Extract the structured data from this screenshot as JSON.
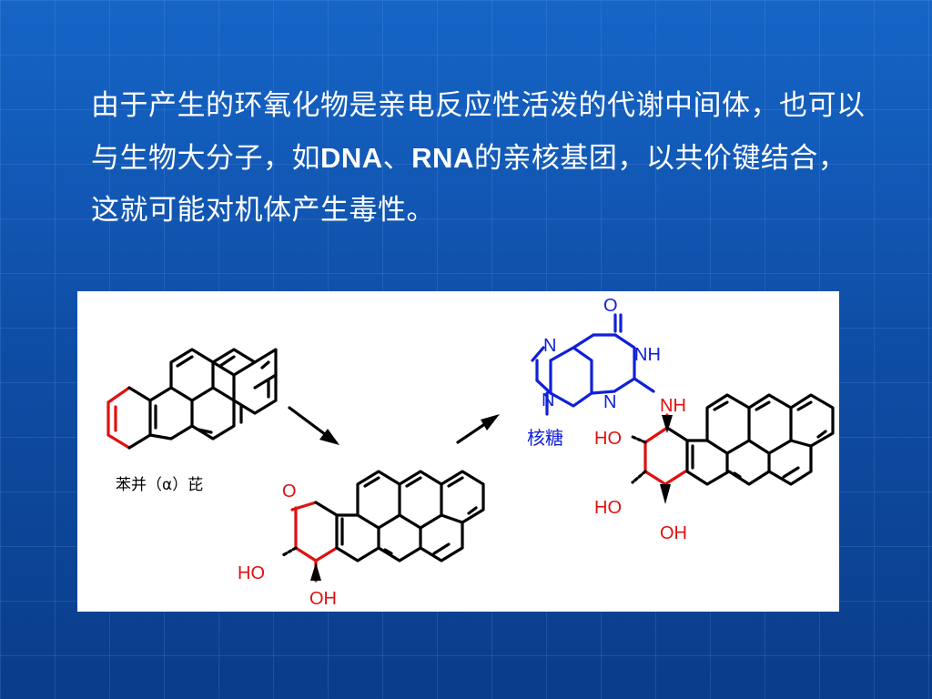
{
  "paragraph": {
    "part1": "由于产生的环氧化物是亲电反应性活泼的代谢中间体，也可以与生物大分子，如",
    "dna": "DNA",
    "sep": "、",
    "rna": "RNA",
    "part2": "的亲核基团，以共价键结合，这就可能对机体产生毒性。"
  },
  "figure": {
    "benzopyrene_label": "苯并（α）芘",
    "epoxide_o": "O",
    "diol_ho": "HO",
    "diol_oh": "OH",
    "guanine_o": "O",
    "guanine_n7": "N",
    "guanine_nh": "NH",
    "guanine_n3": "N",
    "guanine_n9": "N",
    "linker_nh": "NH",
    "sugar_label": "核糖",
    "adduct_ho_top": "HO",
    "adduct_ho_mid": "HO",
    "adduct_oh_bottom": "OH"
  },
  "colors": {
    "background": "#1565c7",
    "highlight_red": "#e01010",
    "guanine_blue": "#1020d8",
    "text": "#ffffff"
  }
}
